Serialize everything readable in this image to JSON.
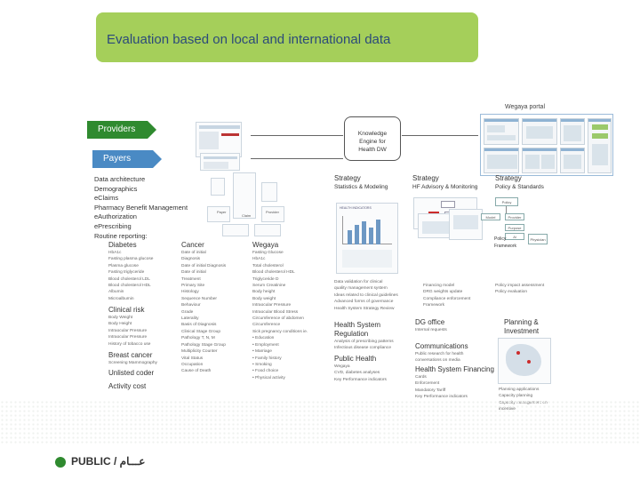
{
  "title": "Evaluation based on local and international data",
  "portal": {
    "label": "Wegaya portal"
  },
  "providers_label": "Providers",
  "payers_label": "Payers",
  "knowledge_engine": {
    "lines": [
      "Knowledge",
      "Engine for",
      "Health DW"
    ]
  },
  "data_architecture": {
    "heading": "Data architecture",
    "items": [
      "Demographics",
      "eClaims",
      "Pharmacy Benefit Management",
      "eAuthorization",
      "ePrescribing",
      "Routine reporting:"
    ]
  },
  "mockup_labels": {
    "payer": "Payer",
    "claim": "Claim",
    "provider": "Provider"
  },
  "diabetes": {
    "heading": "Diabetes",
    "items": [
      "HbA1c",
      "Fasting plasma glucose",
      "Plasma glucose",
      "Fasting triglyceride",
      "Blood cholesterol LDL",
      "Blood cholesterol HDL",
      "Albumin",
      "Microalbumin"
    ]
  },
  "clinical_risk": {
    "heading": "Clinical risk",
    "items": [
      "Body Weight",
      "Body Height",
      "Intraocular Pressure",
      "Intraocular Pressure",
      "History of tobacco use"
    ]
  },
  "breast_cancer": {
    "heading": "Breast cancer",
    "items": [
      "Screening Mammography"
    ]
  },
  "unlisted_coder": {
    "heading": "Unlisted coder"
  },
  "activity_cost": {
    "heading": "Activity cost"
  },
  "cancer": {
    "heading": "Cancer",
    "items": [
      "Date of initial",
      "Diagnosis",
      "Date of initial Diagnosis",
      "Date of initial",
      "Treatment",
      "Primary Site",
      "Histology",
      "Sequence Number",
      "Behaviour",
      "Grade",
      "Laterality",
      "Basis of Diagnosis",
      "Clinical Stage Group",
      "Pathology T, N, M",
      "Pathology Stage Group",
      "Multiplicity Counter",
      "Vital Status",
      "Occupation",
      "Cause of Death"
    ]
  },
  "wegaya": {
    "heading": "Wegaya",
    "items": [
      "Fasting Glucose",
      "HbA1c",
      "Total cholesterol",
      "Blood cholesterol HDL",
      "Triglyceride D",
      "Serum Creatinine",
      "Body height",
      "Body weight",
      "Intraocular Pressure",
      "Intraocular Blood Stress",
      "Circumference of abdomen",
      "Circumference",
      "Sick pregnancy conditions ie.",
      "• Education",
      "• Employment",
      "• Marriage",
      "• Family history",
      "• Smoking",
      "• Food choice",
      "• Physical activity"
    ]
  },
  "strategy_stats": {
    "heading": "Strategy",
    "subheading": "Statistics & Modeling"
  },
  "strategy_hr": {
    "heading": "Strategy",
    "subheading": "HF Advisory & Monitoring"
  },
  "strategy_policy": {
    "heading": "Strategy",
    "subheading": "Policy & Standards"
  },
  "mini_chart_label": "HEALTH INDICATORS",
  "policy_labels": {
    "policy": "Policy",
    "model": "Model",
    "provider": "Provider",
    "purpose": "Purpose",
    "ai": "Ai",
    "physician": "Physician"
  },
  "policy_framework": [
    "Policy",
    "Framework"
  ],
  "stats_items": [
    "Data validation for clinical",
    "quality management system",
    "Ideas related to clinical guidelines",
    "Advanced forms of governance",
    "Health System Strategy Review"
  ],
  "hr_items": [
    "Financing model",
    "DRG weights update",
    "Compliance enforcement",
    "Framework"
  ],
  "policy_items": [
    "Policy impact assessment",
    "Policy evaluation"
  ],
  "hs_regulation": {
    "heading": [
      "Health System",
      "Regulation"
    ],
    "items": [
      "Analysis of prescribing patterns",
      "Infectious disease compliance"
    ]
  },
  "public_health": {
    "heading": "Public Health",
    "items": [
      "Wegaya",
      "CVD, diabetes analyses",
      "Key Performance indicators"
    ]
  },
  "dg_office": {
    "heading": "DG office",
    "items": [
      "Internal requests"
    ]
  },
  "communications": {
    "heading": "Communications",
    "items": [
      "Public research for health",
      "conversations on media"
    ]
  },
  "hs_financing": {
    "heading": "Health System Financing",
    "items": [
      "Cards",
      "Enforcement",
      "Mandatory Tariff",
      "Key Performance indicators"
    ]
  },
  "planning": {
    "heading": [
      "Planning &",
      "Investment"
    ],
    "items": [
      "Planning applications",
      "Capacity planning",
      "Capacity management on",
      "incentive"
    ]
  },
  "footer": {
    "brand": "PUBLIC / عـــام"
  },
  "colors": {
    "title_green": "#a5cf5a",
    "providers_green": "#2f8a2f",
    "payers_blue": "#4a8ac4",
    "title_text": "#2c4a7a"
  }
}
